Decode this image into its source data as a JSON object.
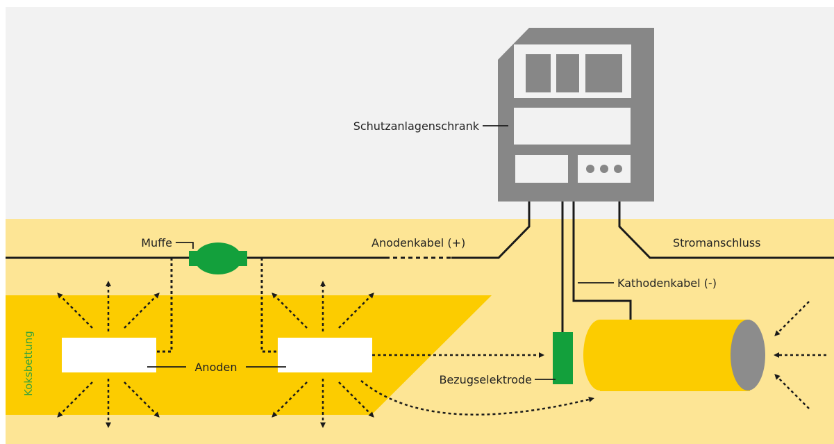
{
  "diagram": {
    "labels": {
      "cabinet": "Schutzanlagenschrank",
      "sleeve": "Muffe",
      "anode_cable": "Anodenkabel (+)",
      "power": "Stromanschluss",
      "cathode_cable": "Kathodenkabel (-)",
      "coke_bed": "Koksbettung",
      "anodes": "Anoden",
      "reference_electrode": "Bezugselektrode"
    },
    "colors": {
      "sky": "#f2f2f2",
      "soil": "#fde595",
      "coke_bed": "#fccc00",
      "pipe": "#fccc00",
      "pipe_end": "#8c8c8c",
      "cabinet": "#878787",
      "sleeve": "#13a03c",
      "electrode": "#13a03c",
      "line": "#1a1a1a",
      "koks_text": "#3aa23a"
    }
  }
}
